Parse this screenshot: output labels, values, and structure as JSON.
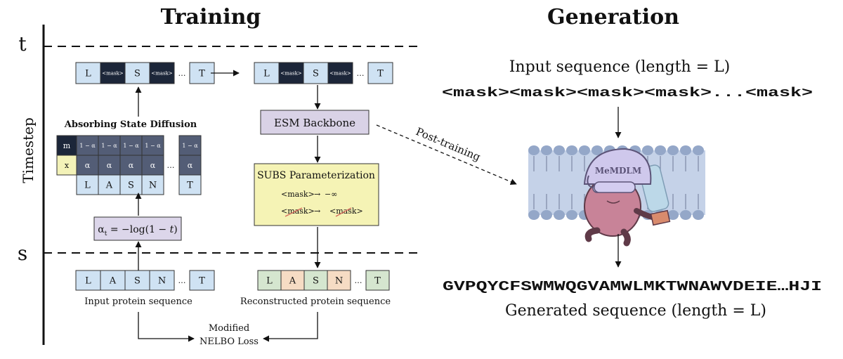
{
  "headings": {
    "training": "Training",
    "generation": "Generation"
  },
  "axis": {
    "label": "Timestep",
    "top_label": "t",
    "bottom_label": "s"
  },
  "token_rows": {
    "noised_left": [
      "L",
      "<mask>",
      "S",
      "<mask>",
      "…",
      "T"
    ],
    "noised_right": [
      "L",
      "<mask>",
      "S",
      "<mask>",
      "…",
      "T"
    ],
    "input_seq": [
      "L",
      "A",
      "S",
      "N",
      "…",
      "T"
    ],
    "reconstructed_seq": [
      "L",
      "A",
      "S",
      "N",
      "…",
      "T"
    ]
  },
  "absorbing": {
    "title": "Absorbing State Diffusion",
    "row_labels": [
      "m",
      "x"
    ],
    "row_m": [
      "1 − α",
      "1 − α",
      "1 − α",
      "1 − α",
      "…",
      "1 − α"
    ],
    "row_x": [
      "α",
      "α",
      "α",
      "α",
      "…",
      "α"
    ],
    "tokens": [
      "L",
      "A",
      "S",
      "N",
      "…",
      "T"
    ]
  },
  "alpha_box": {
    "text": "α_t = −log(1 − t)",
    "prefix": "α",
    "sub": "t",
    "mid": " = −log(1 − ",
    "var": "t",
    "suffix": ")"
  },
  "esm_box": {
    "label": "ESM Backbone"
  },
  "subs_box": {
    "title": "SUBS Parameterization",
    "line1_from": "<mask>",
    "line1_arrow": "→",
    "line1_to": "−∞",
    "line2_from": "<mask>",
    "line2_arrow": "→",
    "line2_to": "<mask>"
  },
  "captions": {
    "input_protein": "Input protein sequence",
    "reconstructed_protein": "Reconstructed protein sequence",
    "loss_line1": "Modified",
    "loss_line2": "NELBO Loss"
  },
  "post_training_label": "Post-training",
  "generation": {
    "input_title": "Input sequence (length = L)",
    "input_masks": "<mask><mask><mask><mask>...<mask>",
    "mascot_label": "MeMDLM",
    "output_sequence": "GVPQYCFSWMWQGVAMWLMKTWNAWVDEIE…HJI",
    "output_title": "Generated sequence (length = L)"
  },
  "colors": {
    "token_blue": "#cfe2f3",
    "mask_dark": "#1c2639",
    "slate": "#535d76",
    "pale_yellow": "#f3f2b8",
    "esm_purple": "#d9d2e6",
    "alpha_purple": "#dcd6ea",
    "subs_yellow": "#f5f3b5",
    "recon_green": "#d5e6cf",
    "recon_peach": "#f6dcc4",
    "membrane": "#c5d2e8",
    "head_blue": "#94a7c8",
    "mascot_pink": "#c88398",
    "hat_lavender": "#cfc8ec"
  }
}
